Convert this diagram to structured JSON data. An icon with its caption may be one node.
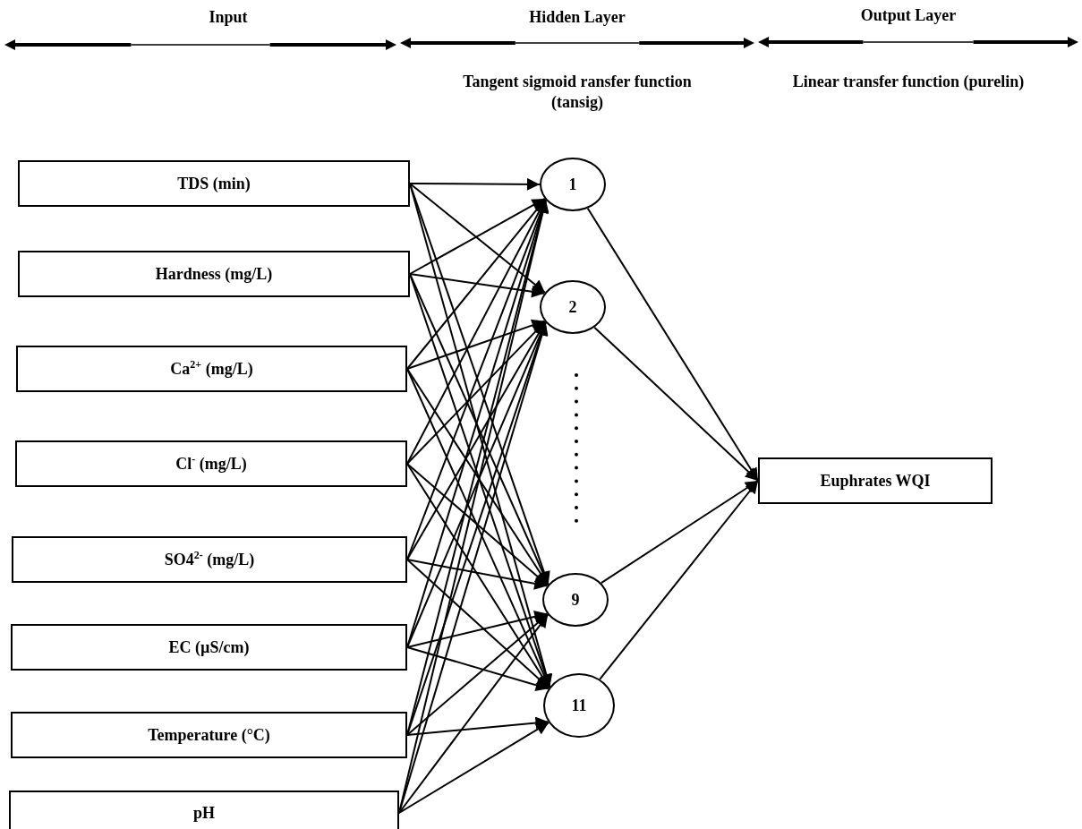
{
  "diagram": {
    "nodes": [
      {
        "text": [
          "TDS (min)"
        ]
      },
      {
        "text": [
          "Hardness (mg/L)"
        ]
      },
      {
        "text": [
          "Ca$^{2+}$ (mg/L)"
        ]
      },
      {
        "text": [
          "Cl$^{-}$ (mg/L)"
        ]
      },
      {
        "text": [
          "SO4$^{2-}$ (mg/L)"
        ]
      },
      {
        "text": [
          "EC (µS/cm)"
        ]
      },
      {
        "text": [
          "Temperature (°C)"
        ]
      },
      {
        "text": [
          "pH"
        ]
      },
      {
        "text": [
          "1"
        ]
      },
      {
        "text": [
          "2"
        ]
      },
      {
        "text": [
          "9"
        ]
      },
      {
        "text": [
          "11"
        ]
      },
      {
        "text": [
          "Euphrates WQI"
        ]
      }
    ],
    "edges": [
      {
        "from": 0,
        "to": 8,
        "arrow": "to"
      },
      {
        "from": 0,
        "to": 9,
        "arrow": "to"
      },
      {
        "from": 0,
        "to": 10,
        "arrow": "to"
      },
      {
        "from": 0,
        "to": 11,
        "arrow": "to"
      },
      {
        "from": 1,
        "to": 8,
        "arrow": "to"
      },
      {
        "from": 1,
        "to": 9,
        "arrow": "to"
      },
      {
        "from": 1,
        "to": 10,
        "arrow": "to"
      },
      {
        "from": 1,
        "to": 11,
        "arrow": "to"
      },
      {
        "from": 2,
        "to": 8,
        "arrow": "to"
      },
      {
        "from": 2,
        "to": 9,
        "arrow": "to"
      },
      {
        "from": 2,
        "to": 10,
        "arrow": "to"
      },
      {
        "from": 2,
        "to": 11,
        "arrow": "to"
      },
      {
        "from": 3,
        "to": 8,
        "arrow": "to"
      },
      {
        "from": 3,
        "to": 9,
        "arrow": "to"
      },
      {
        "from": 3,
        "to": 10,
        "arrow": "to"
      },
      {
        "from": 3,
        "to": 11,
        "arrow": "to"
      },
      {
        "from": 4,
        "to": 8,
        "arrow": "to"
      },
      {
        "from": 4,
        "to": 9,
        "arrow": "to"
      },
      {
        "from": 4,
        "to": 10,
        "arrow": "to"
      },
      {
        "from": 4,
        "to": 11,
        "arrow": "to"
      },
      {
        "from": 5,
        "to": 8,
        "arrow": "to"
      },
      {
        "from": 5,
        "to": 9,
        "arrow": "to"
      },
      {
        "from": 5,
        "to": 10,
        "arrow": "to"
      },
      {
        "from": 5,
        "to": 11,
        "arrow": "to"
      },
      {
        "from": 6,
        "to": 8,
        "arrow": "to"
      },
      {
        "from": 6,
        "to": 9,
        "arrow": "to"
      },
      {
        "from": 6,
        "to": 10,
        "arrow": "to"
      },
      {
        "from": 6,
        "to": 11,
        "arrow": "to"
      },
      {
        "from": 7,
        "to": 8,
        "arrow": "to"
      },
      {
        "from": 7,
        "to": 9,
        "arrow": "to"
      },
      {
        "from": 7,
        "to": 10,
        "arrow": "to"
      },
      {
        "from": 7,
        "to": 11,
        "arrow": "to"
      },
      {
        "from": 8,
        "to": 12,
        "arrow": "to"
      },
      {
        "from": 9,
        "to": 12,
        "arrow": "to"
      },
      {
        "from": 10,
        "to": 12,
        "arrow": "to"
      },
      {
        "from": 11,
        "to": 12,
        "arrow": "to"
      }
    ],
    "labels": [
      "Input",
      "Hidden Layer",
      "Output Layer",
      "Tangent sigmoid ransfer function (tansig)",
      "Linear transfer function (purelin)"
    ]
  }
}
